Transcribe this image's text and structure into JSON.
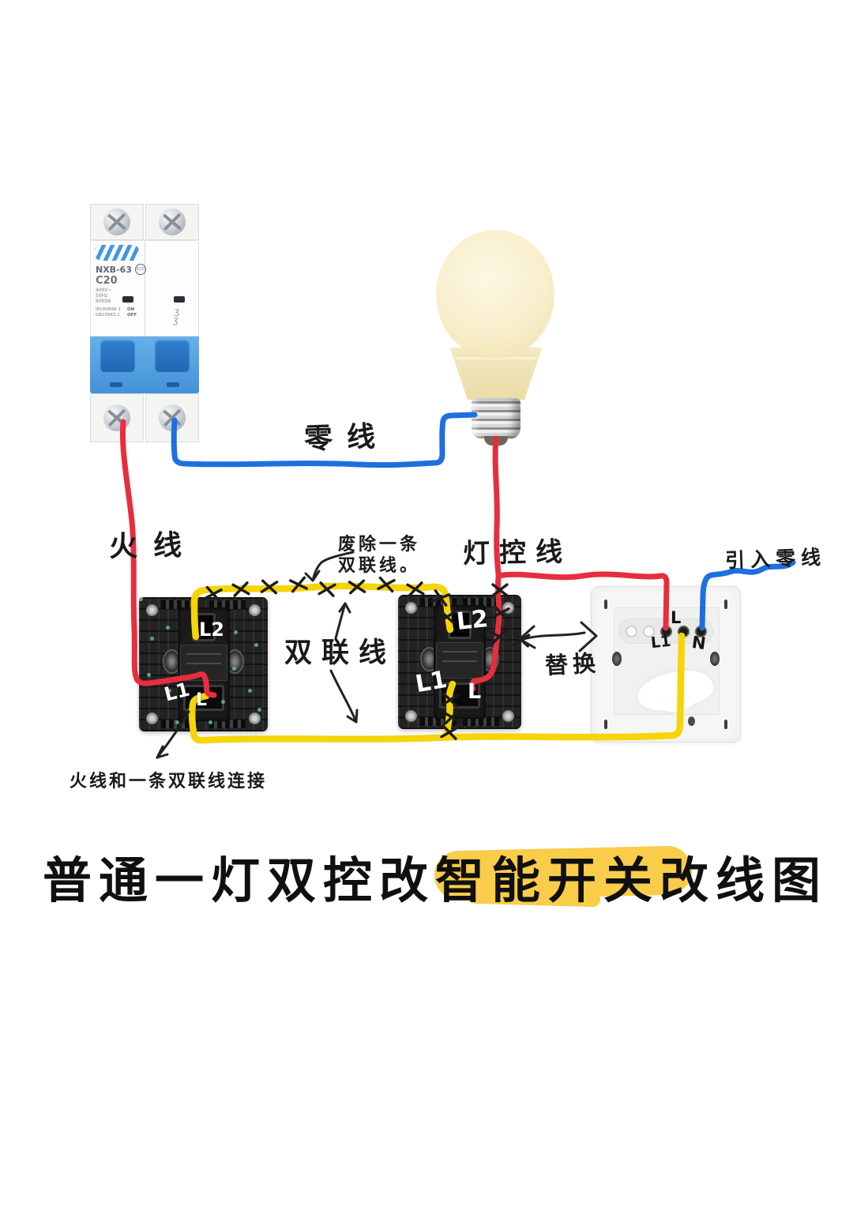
{
  "title": {
    "text": "普通一灯双控改智能开关改线图",
    "highlighted_text": "智能开关",
    "highlight_color": "#f9cd49"
  },
  "breaker": {
    "model": "NXB-63",
    "cert": "CCC",
    "rating": "C20",
    "specs": [
      "400V~",
      "50Hz",
      "6000A"
    ],
    "standards": [
      "IEC60898-1",
      "GB10963.1"
    ],
    "on_label": "ON",
    "off_label": "OFF"
  },
  "labels": {
    "neutral_wire": "零线",
    "live_wire": "火线",
    "light_control_wire": "灯控线",
    "incoming_neutral": "引入零线",
    "abolish_line1": "废除一条",
    "abolish_line2": "双联线。",
    "twin_wire": "双联线",
    "replace": "替换",
    "live_twin_connect": "火线和一条双联线连接"
  },
  "switch_left": {
    "terminal_top": "L2",
    "terminal_bottom_left": "L1",
    "terminal_bottom_right": "L"
  },
  "switch_middle": {
    "terminal_top": "L2",
    "terminal_bottom_left": "L1",
    "terminal_bottom_right": "L"
  },
  "smart_switch": {
    "terminal_live_in": "L1",
    "terminal_light": "L",
    "terminal_neutral": "N"
  },
  "colors": {
    "live": "#e62e3e",
    "neutral": "#1e6fe0",
    "twin": "#f5d40a",
    "breaker_blue": "#4aa0e8"
  }
}
